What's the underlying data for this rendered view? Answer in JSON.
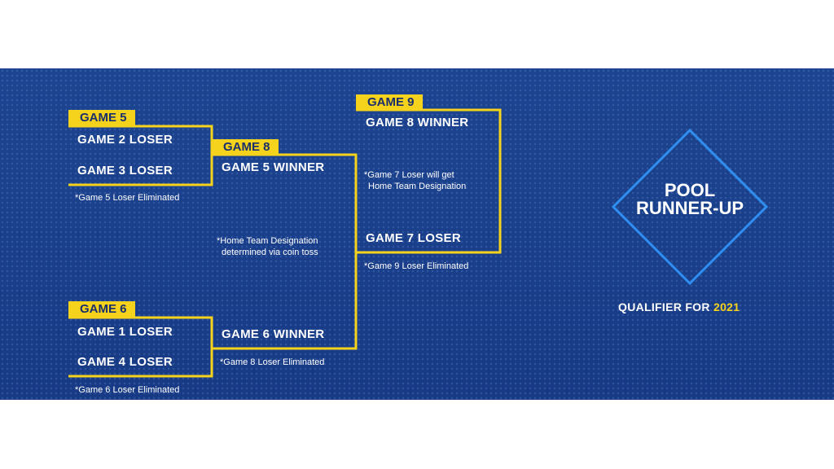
{
  "bracket": {
    "game5": {
      "label": "GAME 5",
      "team1": "GAME 2 LOSER",
      "team2": "GAME 3 LOSER",
      "note": "*Game 5 Loser Eliminated"
    },
    "game6": {
      "label": "GAME 6",
      "team1": "GAME 1 LOSER",
      "team2": "GAME 4 LOSER",
      "note": "*Game 6 Loser Eliminated"
    },
    "game8": {
      "label": "GAME 8",
      "team1": "GAME 5 WINNER",
      "team2": "GAME 6 WINNER",
      "note": "*Game 8 Loser Eliminated",
      "mid_note": [
        "*Home Team Designation",
        "determined via coin toss"
      ]
    },
    "game9": {
      "label": "GAME 9",
      "team1": "GAME 8 WINNER",
      "team2": "GAME 7 LOSER",
      "note": "*Game 9 Loser Eliminated",
      "mid_note": [
        "*Game 7 Loser will get",
        "Home Team Designation"
      ]
    }
  },
  "result": {
    "line1": "POOL",
    "line2": "RUNNER-UP",
    "qualifier": "QUALIFIER FOR",
    "year": "2021"
  },
  "colors": {
    "background": "#1c3f8c",
    "accent": "#f5d21b",
    "text": "#ffffff"
  }
}
